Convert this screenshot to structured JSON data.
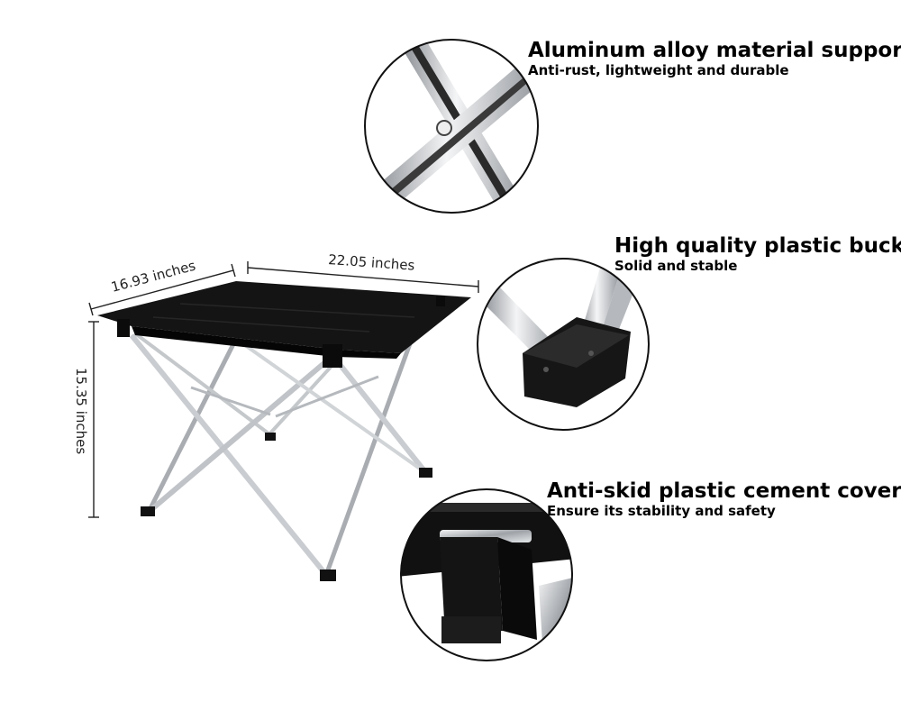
{
  "dimensions": {
    "depth": "16.93 inches",
    "width": "22.05 inches",
    "height": "15.35 inches"
  },
  "features": [
    {
      "title": "Aluminum alloy material support",
      "subtitle": "Anti-rust, lightweight and durable",
      "icon": "aluminum-tube-joint"
    },
    {
      "title": "High quality plastic buckle",
      "subtitle": "Solid and stable",
      "icon": "plastic-leg-buckle"
    },
    {
      "title": "Anti-skid plastic cement covers",
      "subtitle": "Ensure its stability and safety",
      "icon": "anti-skid-foot-cover"
    }
  ],
  "colors": {
    "tabletop": "#151515",
    "frame": "#b9bcc0",
    "plastic": "#111111"
  }
}
